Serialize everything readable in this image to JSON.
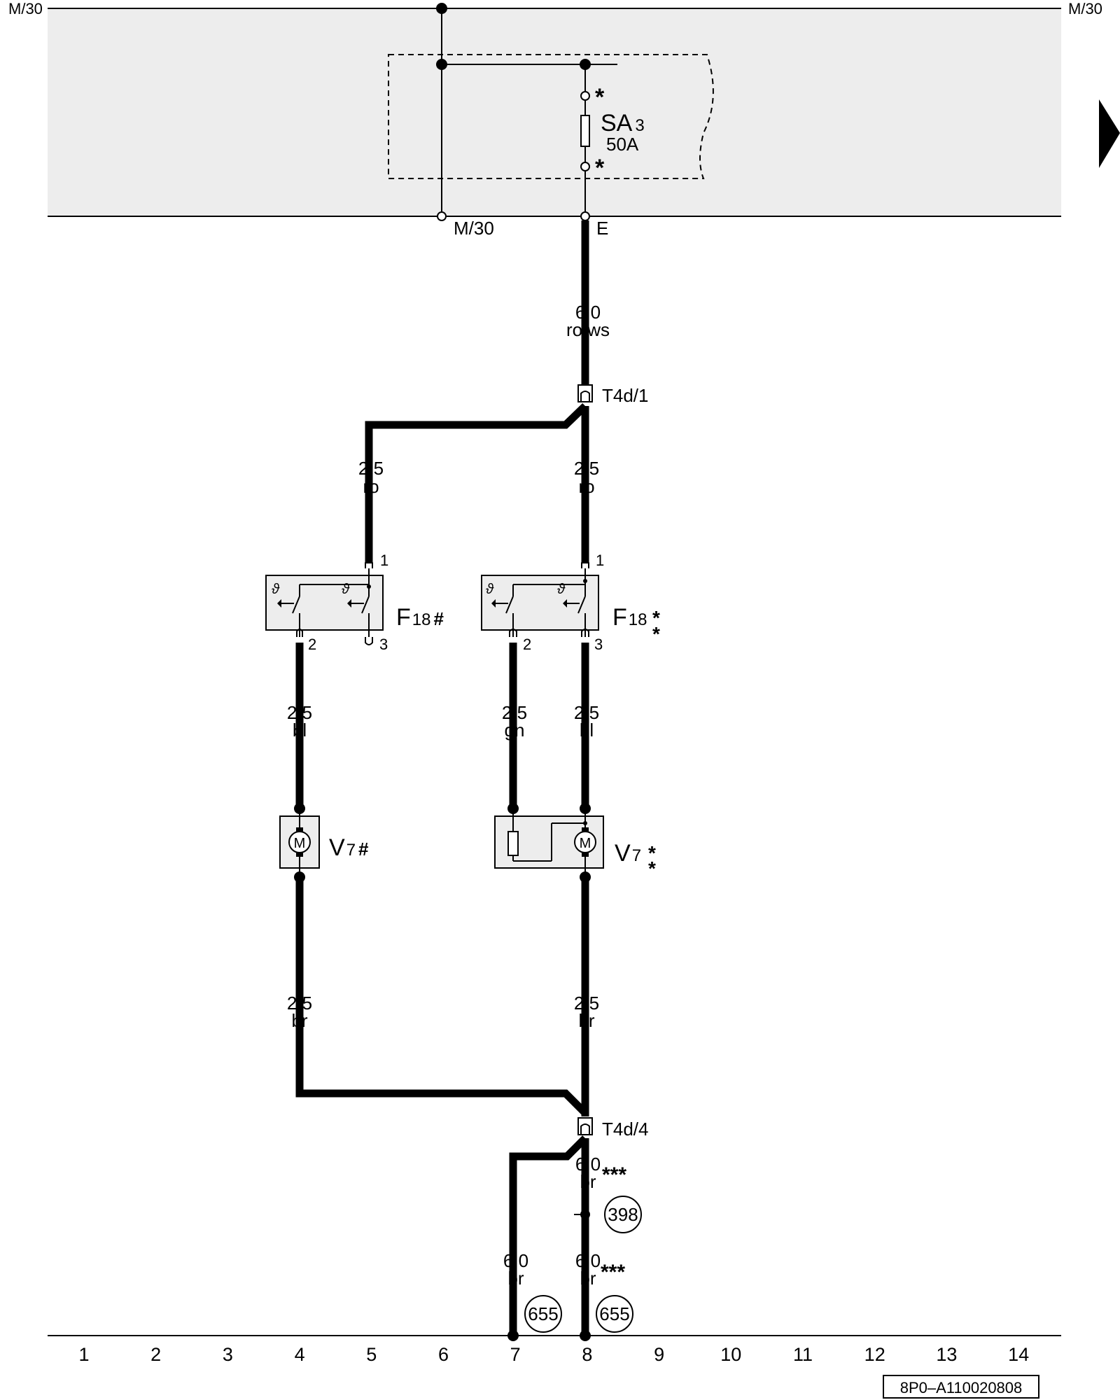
{
  "rails": {
    "top_left": "M/30",
    "top_right": "M/30",
    "bottom_left_terminal": "M/30",
    "bottom_right_terminal": "E"
  },
  "fuse": {
    "name": "SA",
    "index": "3",
    "rating": "50A",
    "marker_top": "*",
    "marker_bottom": "*"
  },
  "wires": {
    "main_feed": {
      "size": "6,0",
      "color": "ro/ws"
    },
    "left_feed": {
      "size": "2,5",
      "color": "ro"
    },
    "right_feed": {
      "size": "2,5",
      "color": "ro"
    },
    "left_switch_out": {
      "size": "2,5",
      "color": "bl"
    },
    "right_switch_out2": {
      "size": "2,5",
      "color": "gn"
    },
    "right_switch_out3": {
      "size": "2,5",
      "color": "bl"
    },
    "left_motor_ground": {
      "size": "2,5",
      "color": "br"
    },
    "right_motor_ground": {
      "size": "2,5",
      "color": "br"
    },
    "ground_upper": {
      "size": "6,0",
      "color": "br",
      "marker": "***"
    },
    "ground_col7": {
      "size": "6,0",
      "color": "br"
    },
    "ground_lower": {
      "size": "6,0",
      "color": "br",
      "marker": "***"
    }
  },
  "connectors": {
    "top": "T4d/1",
    "bottom": "T4d/4"
  },
  "switches": {
    "left": {
      "name": "F",
      "index": "18",
      "marker": "#",
      "pin1": "1",
      "pin2": "2",
      "pin3": "3"
    },
    "right": {
      "name": "F",
      "index": "18",
      "marker_a": "*",
      "marker_b": "*",
      "pin1": "1",
      "pin2": "2",
      "pin3": "3"
    }
  },
  "motors": {
    "left": {
      "name": "V",
      "index": "7",
      "marker": "#",
      "symbol": "M"
    },
    "right": {
      "name": "V",
      "index": "7",
      "marker_a": "*",
      "marker_b": "*",
      "symbol": "M"
    }
  },
  "ground_points": {
    "splice": "398",
    "col7": "655",
    "col8": "655"
  },
  "columns": [
    "1",
    "2",
    "3",
    "4",
    "5",
    "6",
    "7",
    "8",
    "9",
    "10",
    "11",
    "12",
    "13",
    "14"
  ],
  "doc_id": "8P0–A110020808",
  "icons": {
    "nav": "triangle-right-icon",
    "motor": "motor-icon",
    "fuse": "fuse-icon",
    "thermal": "thermal-switch-icon"
  }
}
